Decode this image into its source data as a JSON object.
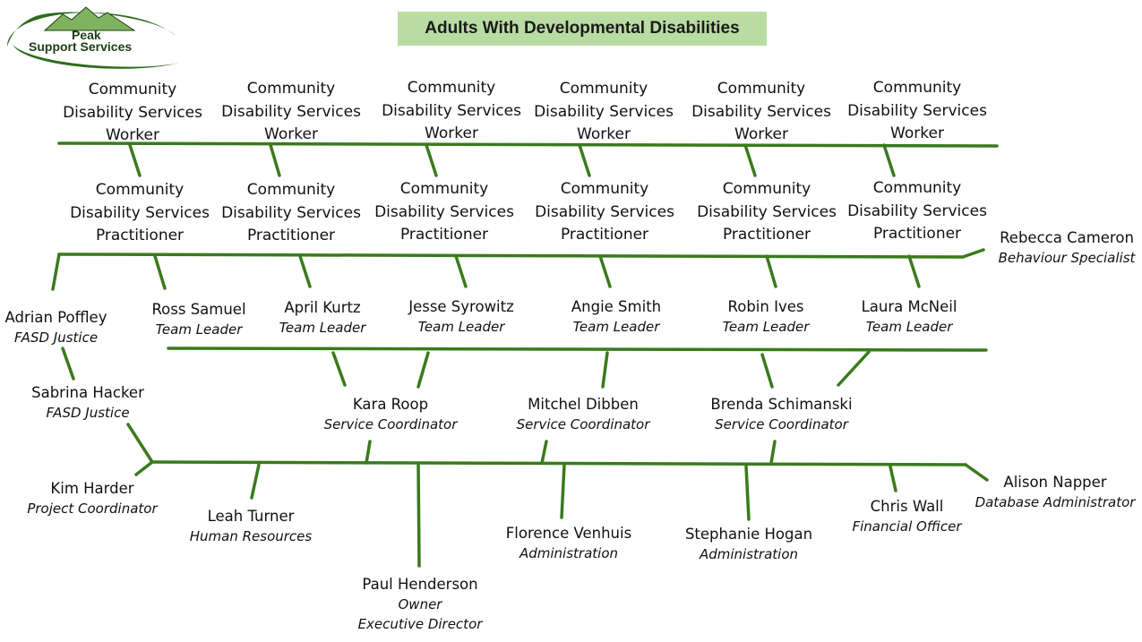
{
  "logo": {
    "line1": "Peak",
    "line2": "Support Services"
  },
  "title": "Adults With Developmental Disabilities",
  "workers": [
    {
      "line1": "Community",
      "line2": "Disability Services",
      "line3": "Worker"
    },
    {
      "line1": "Community",
      "line2": "Disability Services",
      "line3": "Worker"
    },
    {
      "line1": "Community",
      "line2": "Disability Services",
      "line3": "Worker"
    },
    {
      "line1": "Community",
      "line2": "Disability Services",
      "line3": "Worker"
    },
    {
      "line1": "Community",
      "line2": "Disability Services",
      "line3": "Worker"
    },
    {
      "line1": "Community",
      "line2": "Disability Services",
      "line3": "Worker"
    }
  ],
  "practitioners": [
    {
      "line1": "Community",
      "line2": "Disability Services",
      "line3": "Practitioner"
    },
    {
      "line1": "Community",
      "line2": "Disability Services",
      "line3": "Practitioner"
    },
    {
      "line1": "Community",
      "line2": "Disability Services",
      "line3": "Practitioner"
    },
    {
      "line1": "Community",
      "line2": "Disability Services",
      "line3": "Practitioner"
    },
    {
      "line1": "Community",
      "line2": "Disability Services",
      "line3": "Practitioner"
    },
    {
      "line1": "Community",
      "line2": "Disability Services",
      "line3": "Practitioner"
    }
  ],
  "people": {
    "rebecca": {
      "name": "Rebecca Cameron",
      "role": "Behaviour Specialist"
    },
    "adrian": {
      "name": "Adrian Poffley",
      "role": "FASD Justice"
    },
    "sabrina": {
      "name": "Sabrina Hacker",
      "role": "FASD Justice"
    },
    "ross": {
      "name": "Ross Samuel",
      "role": "Team Leader"
    },
    "april": {
      "name": "April Kurtz",
      "role": "Team Leader"
    },
    "jesse": {
      "name": "Jesse Syrowitz",
      "role": "Team Leader"
    },
    "angie": {
      "name": "Angie Smith",
      "role": "Team Leader"
    },
    "robin": {
      "name": "Robin Ives",
      "role": "Team Leader"
    },
    "laura": {
      "name": "Laura McNeil",
      "role": "Team Leader"
    },
    "kara": {
      "name": "Kara Roop",
      "role": "Service Coordinator"
    },
    "mitchel": {
      "name": "Mitchel Dibben",
      "role": "Service Coordinator"
    },
    "brenda": {
      "name": "Brenda Schimanski",
      "role": "Service Coordinator"
    },
    "kim": {
      "name": "Kim Harder",
      "role": "Project Coordinator"
    },
    "leah": {
      "name": "Leah Turner",
      "role": "Human Resources"
    },
    "paul": {
      "name": "Paul Henderson",
      "role": "Owner",
      "role2": "Executive Director"
    },
    "florence": {
      "name": "Florence Venhuis",
      "role": "Administration"
    },
    "stephanie": {
      "name": "Stephanie Hogan",
      "role": "Administration"
    },
    "chris": {
      "name": "Chris Wall",
      "role": "Financial Officer"
    },
    "alison": {
      "name": "Alison Napper",
      "role": "Database Administrator"
    }
  },
  "colors": {
    "line": "#3a7a1c",
    "title_bg": "#b9dca3",
    "logo_green": "#2f6b1e",
    "logo_dark": "#1d3d14"
  }
}
